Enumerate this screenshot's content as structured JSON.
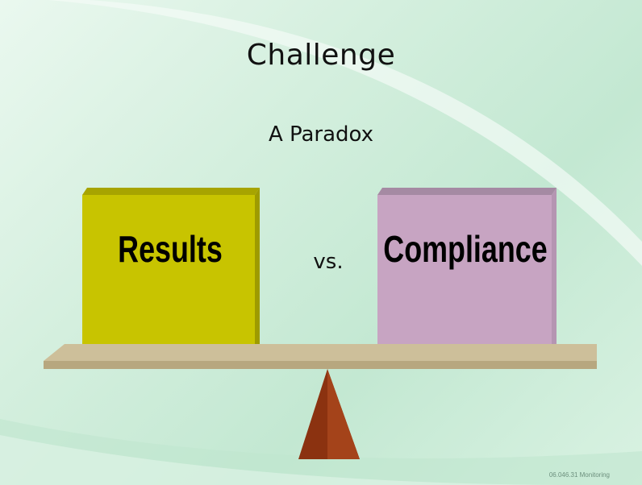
{
  "slide": {
    "title": "Challenge",
    "subtitle": "A Paradox",
    "left_box_label": "Results",
    "connector": "vs.",
    "right_box_label": "Compliance",
    "footer": "06.046.31 Monitoring"
  },
  "colors": {
    "left_box": "#c8c400",
    "right_box": "#c7a4c2",
    "beam": "#b7a77f",
    "fulcrum": "#8b3210",
    "background": "#d4efde"
  }
}
